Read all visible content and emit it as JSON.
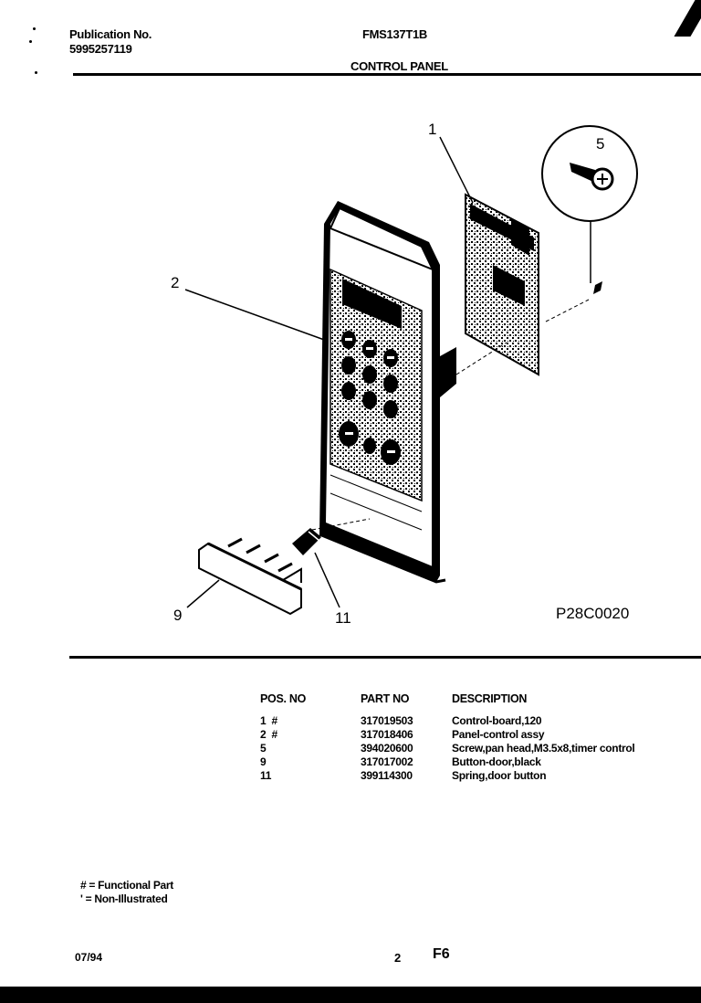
{
  "header": {
    "publication_label": "Publication No.",
    "publication_number": "5995257119",
    "model": "FMS137T1B",
    "section_title": "CONTROL PANEL"
  },
  "diagram": {
    "drawing_code": "P28C0020",
    "callouts": [
      "1",
      "2",
      "5",
      "9",
      "11"
    ]
  },
  "parts_table": {
    "headers": [
      "POS. NO",
      "PART NO",
      "DESCRIPTION"
    ],
    "rows": [
      {
        "pos": "1",
        "mark": "#",
        "part": "317019503",
        "desc": "Control-board,120"
      },
      {
        "pos": "2",
        "mark": "#",
        "part": "317018406",
        "desc": "Panel-control assy"
      },
      {
        "pos": "5",
        "mark": "",
        "part": "394020600",
        "desc": "Screw,pan head,M3.5x8,timer control"
      },
      {
        "pos": "9",
        "mark": "",
        "part": "317017002",
        "desc": "Button-door,black"
      },
      {
        "pos": "11",
        "mark": "",
        "part": "399114300",
        "desc": "Spring,door button"
      }
    ]
  },
  "legend": {
    "functional": "# = Functional Part",
    "non_illustrated": "' = Non-Illustrated"
  },
  "footer": {
    "date": "07/94",
    "page": "2",
    "code": "F6"
  }
}
